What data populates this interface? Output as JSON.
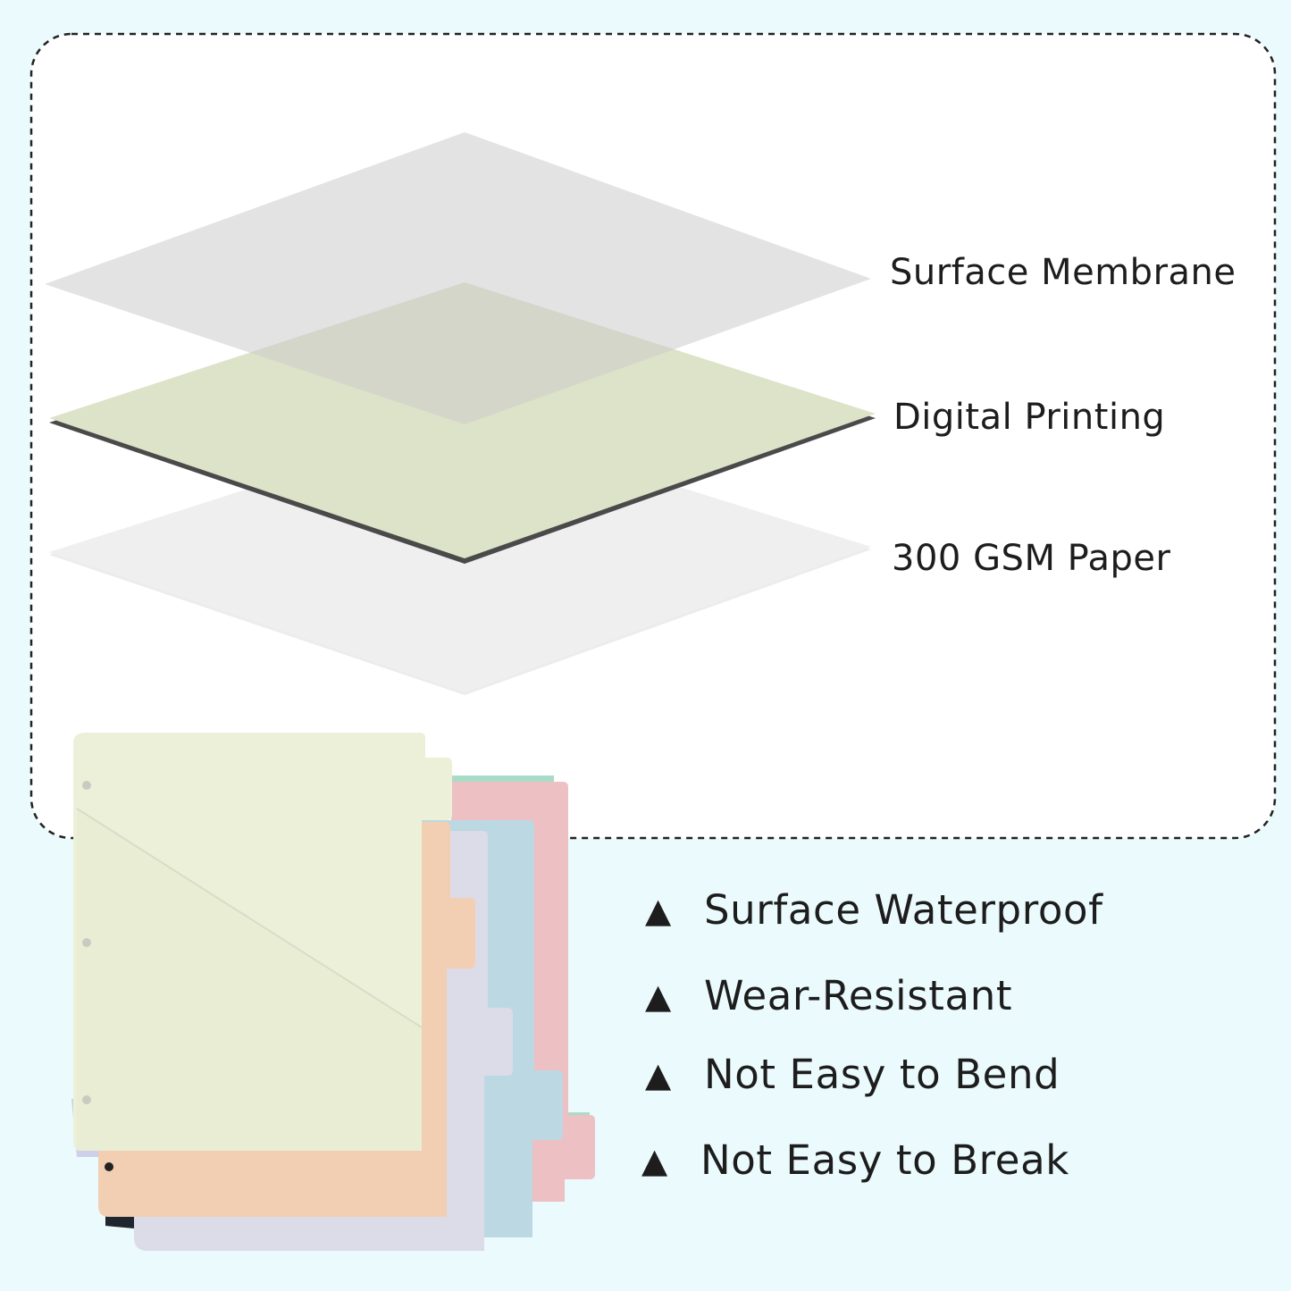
{
  "colors": {
    "background": "#ebfafc",
    "panel": "#ffffff",
    "panel_border": "#222222",
    "membrane": "#e2e2e2",
    "printing": "#dde3c8",
    "paper": "#eeeeee"
  },
  "layers": [
    {
      "label": "Surface Membrane"
    },
    {
      "label": "Digital Printing"
    },
    {
      "label": "300 GSM Paper"
    }
  ],
  "features": [
    {
      "icon": "triangle-bullet-icon",
      "bullet": "▲",
      "label": "Surface Waterproof"
    },
    {
      "icon": "triangle-bullet-icon",
      "bullet": "▲",
      "label": "Wear-Resistant"
    },
    {
      "icon": "triangle-bullet-icon",
      "bullet": "▲",
      "label": "Not Easy to Bend"
    },
    {
      "icon": "triangle-bullet-icon",
      "bullet": "▲",
      "label": "Not Easy to Break"
    }
  ],
  "dividers": {
    "colors": [
      "#edf0d9",
      "#f2cfb2",
      "#dcdbe8",
      "#bcd8e2",
      "#edc0c3",
      "#a9dcc6"
    ]
  }
}
